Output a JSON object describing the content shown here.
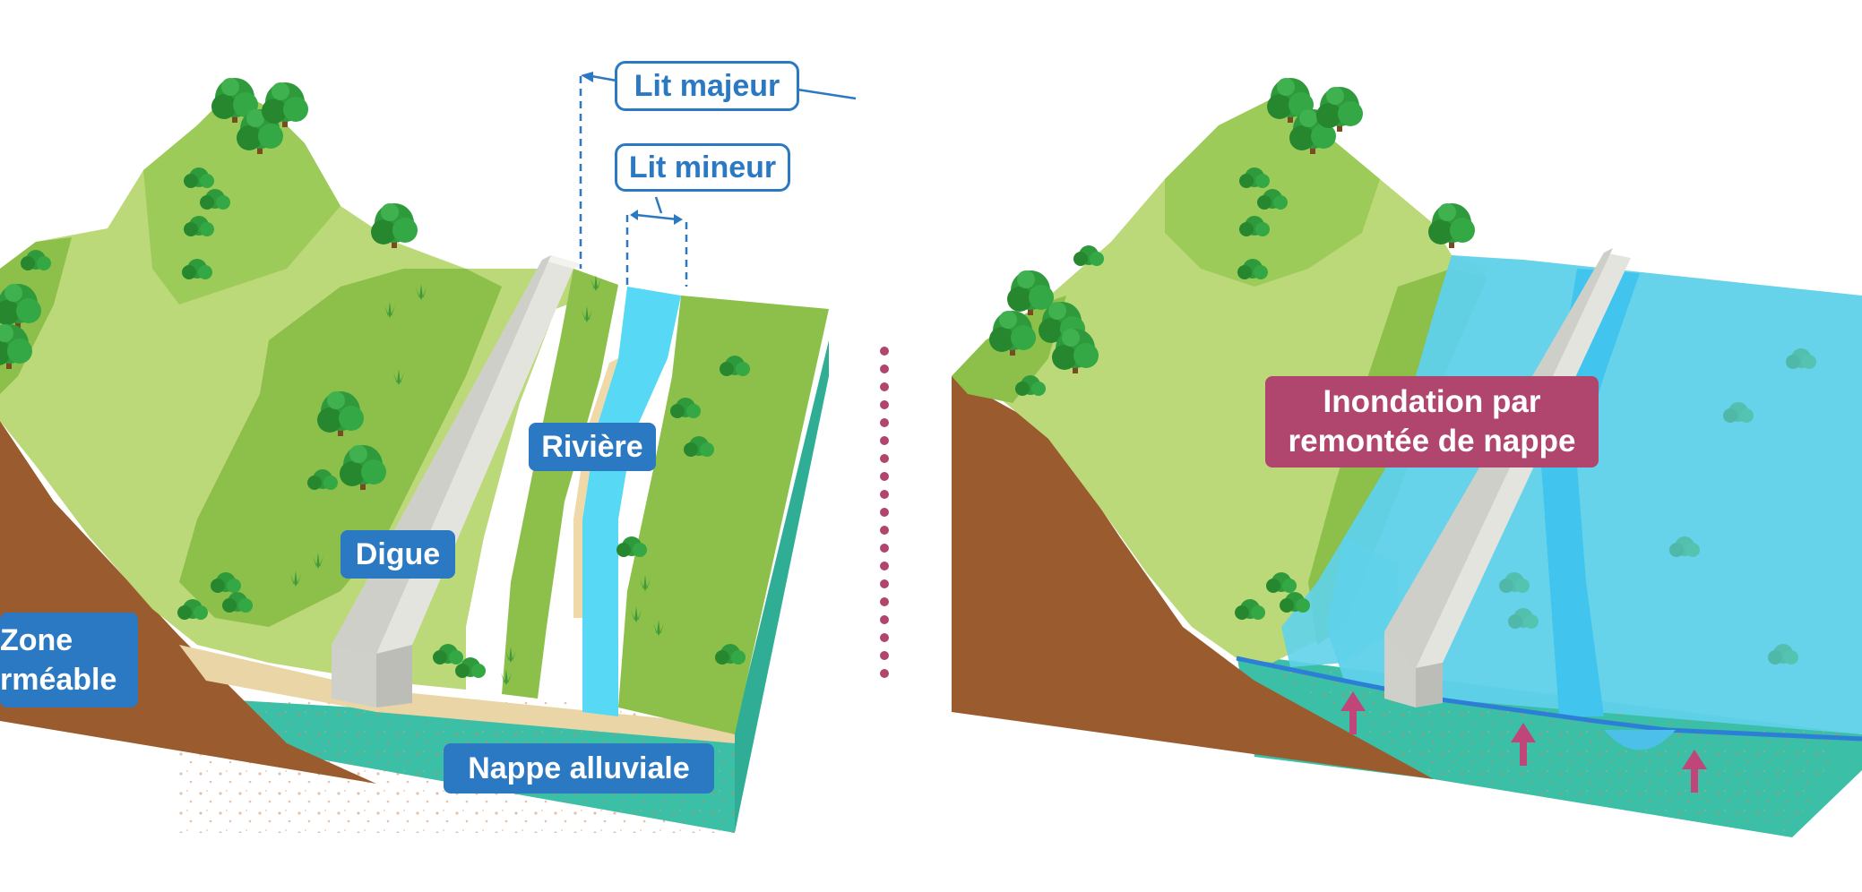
{
  "labels": {
    "lit_majeur": "Lit majeur",
    "lit_mineur": "Lit mineur",
    "riviere": "Rivière",
    "digue": "Digue",
    "zone_line1": "Zone",
    "zone_line2": "rméable",
    "nappe": "Nappe alluviale",
    "inondation_line1": "Inondation par",
    "inondation_line2": "remontée de nappe"
  },
  "colors": {
    "label_blue": "#2b79c2",
    "label_pink": "#b0466d",
    "grass_light": "#bcd97a",
    "grass": "#8cc04a",
    "grass_dark": "#5f9a35",
    "soil": "#9a5b2e",
    "groundwater": "#3bbfa6",
    "river": "#57d8f5",
    "flood_water": "#5fd1ea",
    "levee": "#d9d9d4",
    "tree": "#2e9a3c",
    "arrow": "#c0467a",
    "divider": "#b0466d"
  }
}
